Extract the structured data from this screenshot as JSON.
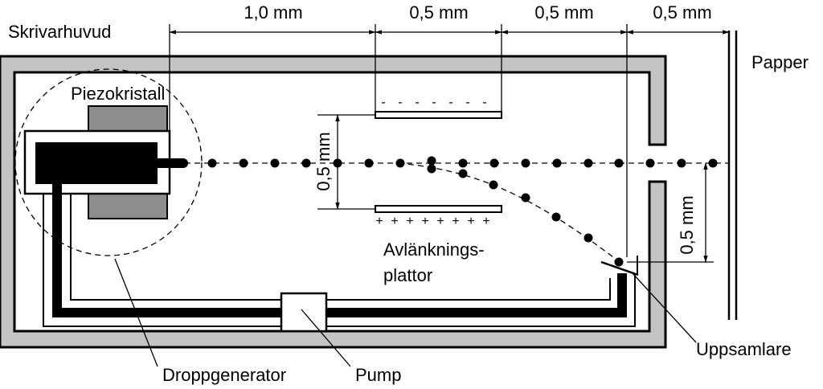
{
  "labels": {
    "head": "Skrivarhuvud",
    "paper": "Papper",
    "crystal": "Piezokristall",
    "plates_line1": "Avlänknings-",
    "plates_line2": "plattor",
    "generator": "Droppgenerator",
    "pump": "Pump",
    "collector": "Uppsamlare"
  },
  "dimensions": {
    "d1": "1,0 mm",
    "d2": "0,5 mm",
    "d3": "0,5 mm",
    "d4": "0,5 mm",
    "gap_left": "0,5 mm",
    "gap_right": "0,5 mm"
  },
  "plate_signs": {
    "top": "-",
    "bottom": "+"
  }
}
